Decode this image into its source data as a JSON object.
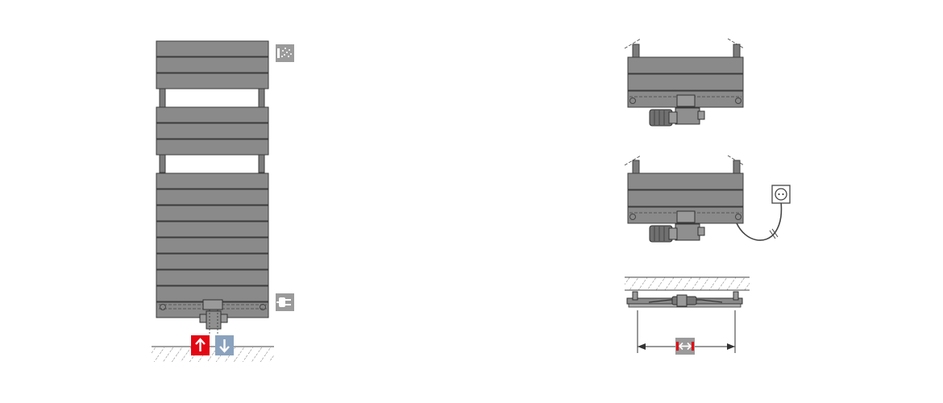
{
  "colors": {
    "panel_fill": "#8a8a8a",
    "panel_stroke": "#3c3c3c",
    "dark": "#333333",
    "badge_grey": "#9b9b9b",
    "flow_red": "#e30613",
    "flow_blue": "#8aa2bd",
    "background": "#ffffff"
  },
  "main_radiator": {
    "panel_groups": [
      3,
      3,
      9
    ],
    "icons": [
      {
        "name": "water-spray-icon",
        "kind": "spray"
      },
      {
        "name": "electric-plug-icon",
        "kind": "plug"
      }
    ],
    "flow_arrows": [
      {
        "name": "flow-up-arrow-icon",
        "direction": "up",
        "color": "#e30613"
      },
      {
        "name": "flow-down-arrow-icon",
        "direction": "down",
        "color": "#8aa2bd"
      }
    ]
  },
  "side_views": [
    {
      "name": "valve-detail-view",
      "panels": 3,
      "power_cord": false
    },
    {
      "name": "electric-detail-view",
      "panels": 3,
      "power_cord": true
    }
  ],
  "top_view": {
    "dimension_icon": "width-arrows-icon"
  }
}
